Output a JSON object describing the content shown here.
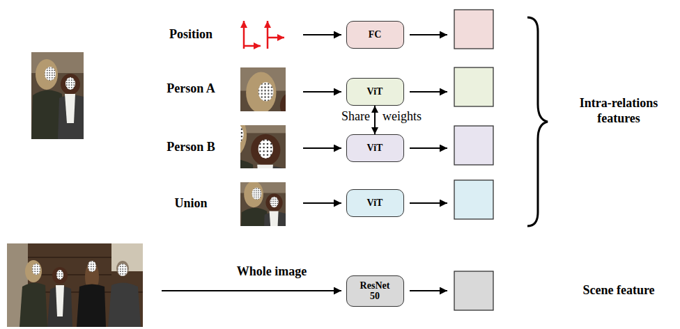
{
  "diagram": {
    "nodes": [
      {
        "text": [
          "FC"
        ]
      },
      {
        "text": [
          "ViT"
        ]
      },
      {
        "text": [
          "ViT"
        ]
      },
      {
        "text": [
          "ViT"
        ]
      },
      {
        "text": [
          "ResNet 50"
        ]
      }
    ],
    "edges": [
      {
        "from": 1,
        "to": 2,
        "arrow": "both"
      }
    ],
    "labels": [
      "Position",
      "Person A",
      "Person B",
      "Union",
      "Share",
      "weights",
      "Intra-relations features",
      "Whole image",
      "Scene feature"
    ]
  }
}
